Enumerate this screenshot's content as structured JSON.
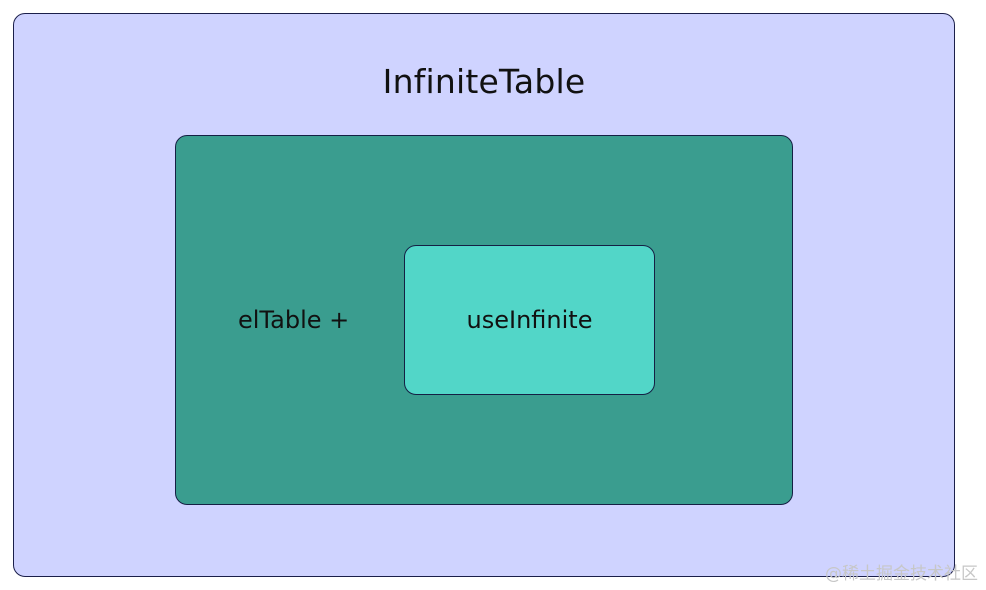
{
  "diagram": {
    "outer": {
      "title": "InfiniteTable",
      "fill": "#cfd3ff",
      "border": "#1b1f4a"
    },
    "middle": {
      "label": "elTable +",
      "fill": "#3a9d8f",
      "border": "#152044"
    },
    "inner": {
      "label": "useInfinite",
      "fill": "#52d6c8",
      "border": "#152044"
    }
  },
  "watermark": "@稀土掘金技术社区"
}
